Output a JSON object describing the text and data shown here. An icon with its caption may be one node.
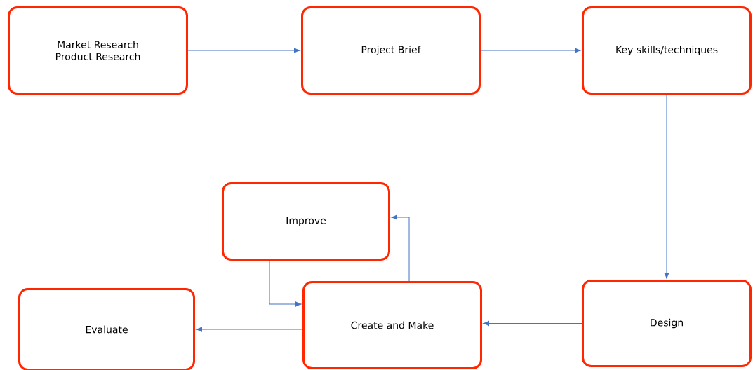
{
  "diagram": {
    "nodes": [
      {
        "text": [
          "Market Research",
          "Product Research"
        ]
      },
      {
        "text": [
          "Project Brief"
        ]
      },
      {
        "text": [
          "Key skills/techniques"
        ]
      },
      {
        "text": [
          "Improve"
        ]
      },
      {
        "text": [
          "Evaluate"
        ]
      },
      {
        "text": [
          "Create and Make"
        ]
      },
      {
        "text": [
          "Design"
        ]
      }
    ],
    "edges": [
      {
        "from": 0,
        "to": 1,
        "arrow": "to"
      },
      {
        "from": 1,
        "to": 2,
        "arrow": "to"
      },
      {
        "from": 2,
        "to": 6,
        "arrow": "to"
      },
      {
        "from": 6,
        "to": 5,
        "arrow": "to"
      },
      {
        "from": 5,
        "to": 4,
        "arrow": "to"
      },
      {
        "from": 5,
        "to": 3,
        "arrow": "to"
      },
      {
        "from": 3,
        "to": 5,
        "arrow": "to"
      }
    ]
  }
}
